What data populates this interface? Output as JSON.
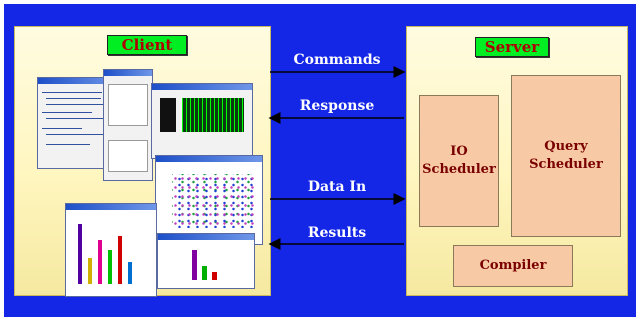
{
  "client": {
    "title": "Client"
  },
  "server": {
    "title": "Server",
    "io_scheduler": "IO\nScheduler",
    "io_line1": "IO",
    "io_line2": "Scheduler",
    "query_line1": "Query",
    "query_line2": "Scheduler",
    "compiler": "Compiler"
  },
  "arrows": {
    "commands": "Commands",
    "response": "Response",
    "data_in": "Data In",
    "results": "Results"
  },
  "colors": {
    "background": "#1426e6",
    "panel": "#fff6c0",
    "title_box": "#00ee22",
    "title_text": "#b00000",
    "block": "#f7c9a5",
    "block_text": "#7a0000",
    "arrow": "#000000"
  }
}
